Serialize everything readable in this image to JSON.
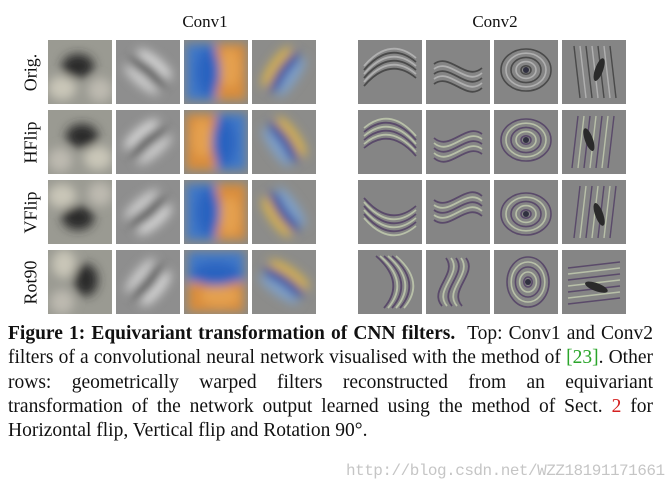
{
  "figure": {
    "column_headers": [
      "Conv1",
      "Conv2"
    ],
    "row_labels": [
      "Orig.",
      "HFlip",
      "VFlip",
      "Rot90"
    ]
  },
  "caption": {
    "label": "Figure 1:",
    "title": "Equivariant transformation of CNN filters.",
    "text_part1": "Top: Conv1 and Conv2 filters of a convolutional neural network visualised with the method of ",
    "ref_23": "[23]",
    "text_part2": ". Other rows: geometrically warped filters reconstructed from an equivariant transformation of the network output learned using the method of Sect. ",
    "sect_ref": "2",
    "text_part3": " for Horizontal flip, Vertical flip and Rotation 90°."
  },
  "watermark": "http://blog.csdn.net/WZZ18191171661"
}
